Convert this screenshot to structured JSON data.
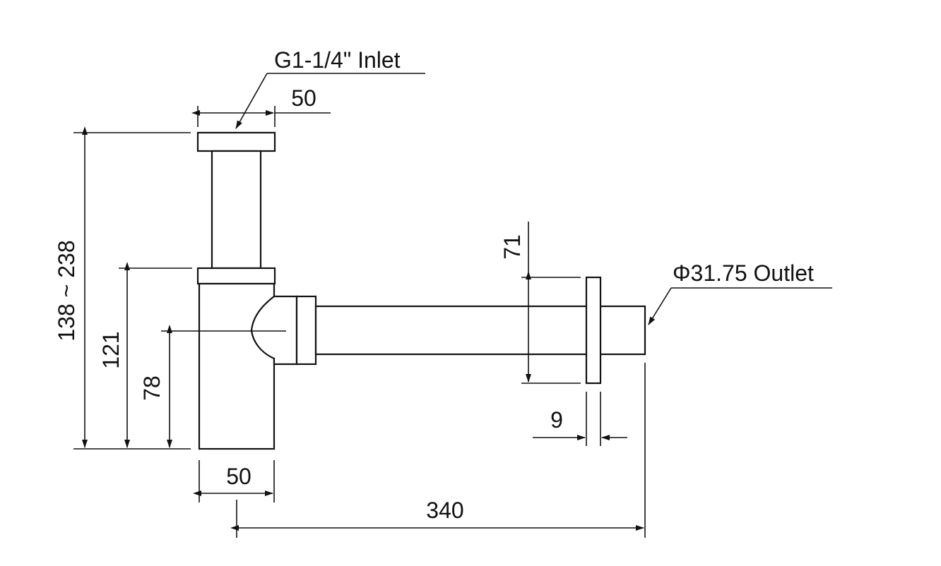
{
  "labels": {
    "inlet": "G1-1/4\" Inlet",
    "outlet": "Φ31.75 Outlet"
  },
  "dimensions": {
    "inlet_width": "50",
    "height_range": "138 ~ 238",
    "body_height": "121",
    "outlet_center_height": "78",
    "body_width": "50",
    "total_length": "340",
    "flange_height": "71",
    "flange_thickness": "9"
  },
  "colors": {
    "line": "#111111",
    "background": "#ffffff"
  }
}
